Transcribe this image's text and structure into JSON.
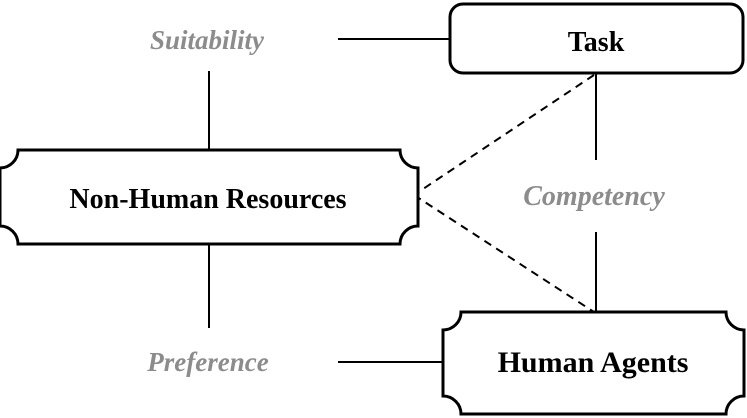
{
  "nodes": {
    "task": "Task",
    "non_human_resources": "Non-Human Resources",
    "human_agents": "Human Agents"
  },
  "relations": {
    "suitability": "Suitability",
    "competency": "Competency",
    "preference": "Preference"
  },
  "colors": {
    "relation_label": "#8c8c8c",
    "line": "#000000",
    "box_border": "#000000"
  }
}
